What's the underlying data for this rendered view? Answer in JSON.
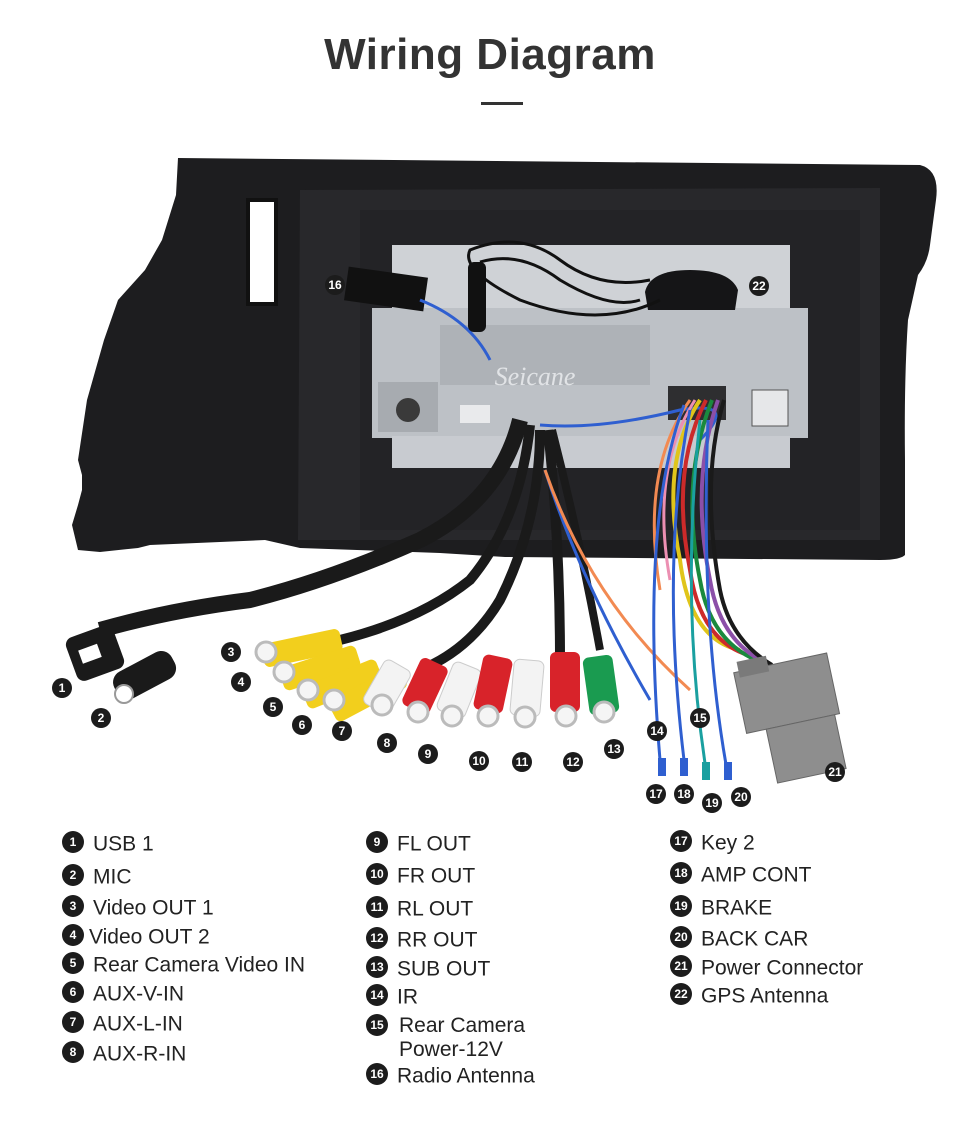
{
  "header": {
    "title": "Wiring Diagram"
  },
  "diagram": {
    "watermark": "Seicane",
    "callouts": [
      "1",
      "2",
      "3",
      "4",
      "5",
      "6",
      "7",
      "8",
      "9",
      "10",
      "11",
      "12",
      "13",
      "14",
      "15",
      "16",
      "17",
      "18",
      "19",
      "20",
      "21",
      "22"
    ],
    "colors": {
      "frame": "#1d1d1f",
      "unit": "#c9ccd0",
      "rca_yellow": "#f2cf1d",
      "rca_white": "#f3f3f3",
      "rca_red": "#d8232a",
      "rca_green": "#1a9b50",
      "connector_gray": "#8e8e8e",
      "wire_blue": "#2f5fd0"
    }
  },
  "legend": {
    "col1": [
      {
        "n": "1",
        "label": "USB 1"
      },
      {
        "n": "2",
        "label": "MIC"
      },
      {
        "n": "3",
        "label": "Video OUT 1"
      },
      {
        "n": "4",
        "label": "Video OUT 2"
      },
      {
        "n": "5",
        "label": "Rear Camera Video IN"
      },
      {
        "n": "6",
        "label": "AUX-V-IN"
      },
      {
        "n": "7",
        "label": "AUX-L-IN"
      },
      {
        "n": "8",
        "label": "AUX-R-IN"
      }
    ],
    "col2": [
      {
        "n": "9",
        "label": "FL OUT"
      },
      {
        "n": "10",
        "label": "FR OUT"
      },
      {
        "n": "11",
        "label": "RL OUT"
      },
      {
        "n": "12",
        "label": "RR OUT"
      },
      {
        "n": "13",
        "label": "SUB OUT"
      },
      {
        "n": "14",
        "label": "IR"
      },
      {
        "n": "15",
        "label": "Rear Camera Power-12V"
      },
      {
        "n": "16",
        "label": "Radio Antenna"
      }
    ],
    "col3": [
      {
        "n": "17",
        "label": "Key 2"
      },
      {
        "n": "18",
        "label": "AMP CONT"
      },
      {
        "n": "19",
        "label": "BRAKE"
      },
      {
        "n": "20",
        "label": "BACK CAR"
      },
      {
        "n": "21",
        "label": "Power Connector"
      },
      {
        "n": "22",
        "label": "GPS Antenna"
      }
    ]
  }
}
